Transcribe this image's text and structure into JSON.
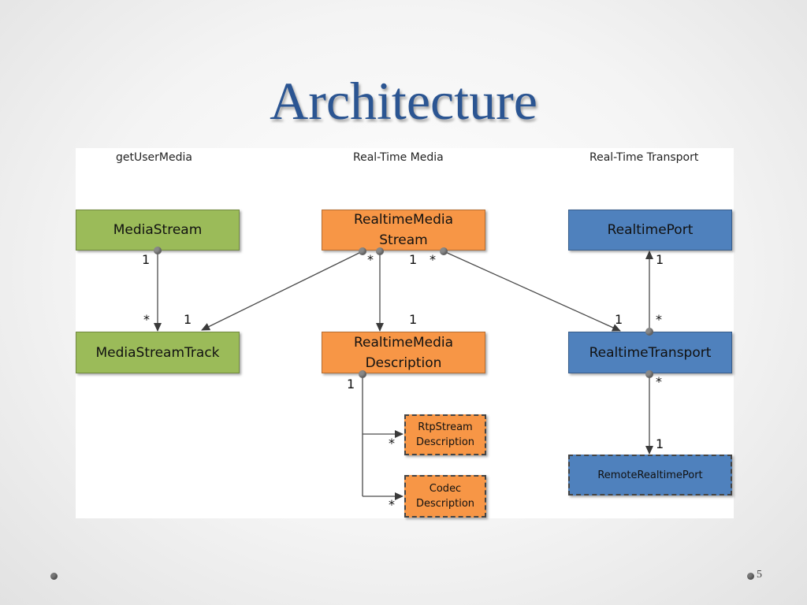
{
  "title": "Architecture",
  "page_number": "5",
  "columns": {
    "left": "getUserMedia",
    "center": "Real-Time Media",
    "right": "Real-Time Transport"
  },
  "boxes": {
    "media_stream": "MediaStream",
    "media_stream_track": "MediaStreamTrack",
    "realtime_media_stream_line1": "RealtimeMedia",
    "realtime_media_stream_line2": "Stream",
    "realtime_media_description_line1": "RealtimeMedia",
    "realtime_media_description_line2": "Description",
    "rtp_stream_description_line1": "RtpStream",
    "rtp_stream_description_line2": "Description",
    "codec_description_line1": "Codec",
    "codec_description_line2": "Description",
    "realtime_port": "RealtimePort",
    "realtime_transport": "RealtimeTransport",
    "remote_realtime_port": "RemoteRealtimePort"
  },
  "multiplicities": {
    "ms_to_track_source": "1",
    "ms_to_track_target": "*",
    "rms_to_track_source": "*",
    "rms_to_track_target": "1",
    "rms_to_desc_source": "1",
    "rms_to_desc_target": "1",
    "rms_to_transport_source": "*",
    "rms_to_transport_target": "1",
    "transport_to_port_source": "*",
    "transport_to_port_target": "1",
    "desc_source": "1",
    "desc_to_rtp_target": "*",
    "desc_to_codec_target": "*",
    "transport_to_remote_source": "*",
    "transport_to_remote_target": "1"
  },
  "colors": {
    "green": "#9bbb59",
    "orange": "#f79646",
    "blue": "#4f81bd",
    "title": "#2b5592"
  }
}
